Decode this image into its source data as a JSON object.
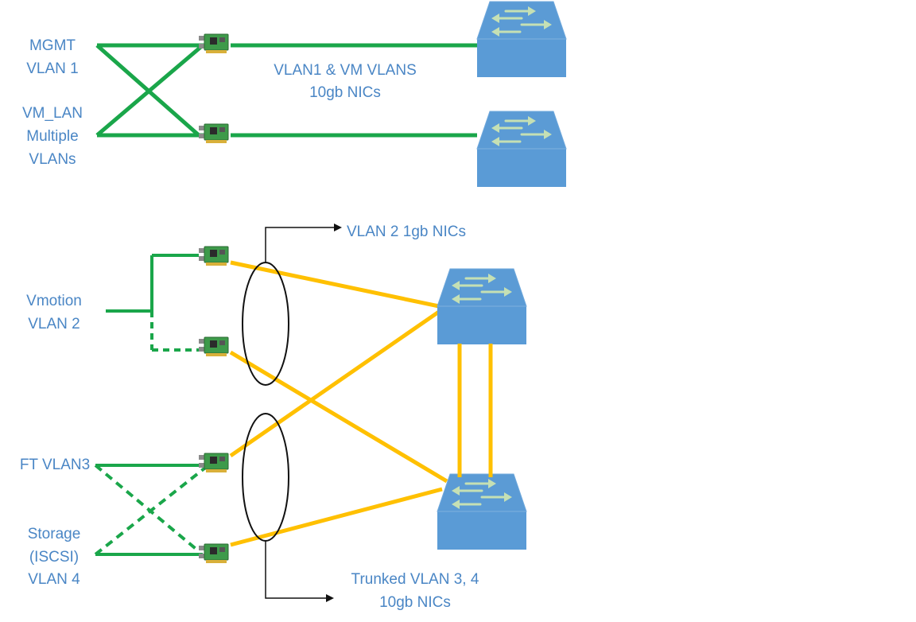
{
  "labels": {
    "mgmt_l1": "MGMT",
    "mgmt_l2": "VLAN 1",
    "vmlan_l1": "VM_LAN",
    "vmlan_l2": "Multiple",
    "vmlan_l3": "VLANs",
    "top_note_l1": "VLAN1 & VM VLANS",
    "top_note_l2": "10gb NICs",
    "vmotion_l1": "Vmotion",
    "vmotion_l2": "VLAN 2",
    "vlan2_note": "VLAN 2 1gb NICs",
    "ft": "FT VLAN3",
    "storage_l1": "Storage",
    "storage_l2": "(ISCSI)",
    "storage_l3": "VLAN 4",
    "trunk_l1": "Trunked VLAN 3, 4",
    "trunk_l2": "10gb NICs"
  },
  "colors": {
    "green_link": "#1aa64a",
    "yellow_link": "#ffc000",
    "switch_top": "#5b9bd5",
    "switch_front": "#5a9bd6",
    "switch_arrow": "#c5e0b4",
    "label_text": "#4a86c5",
    "nic_board": "#3e9a4a"
  },
  "icons": [
    "nic-card-icon",
    "network-switch-icon"
  ]
}
